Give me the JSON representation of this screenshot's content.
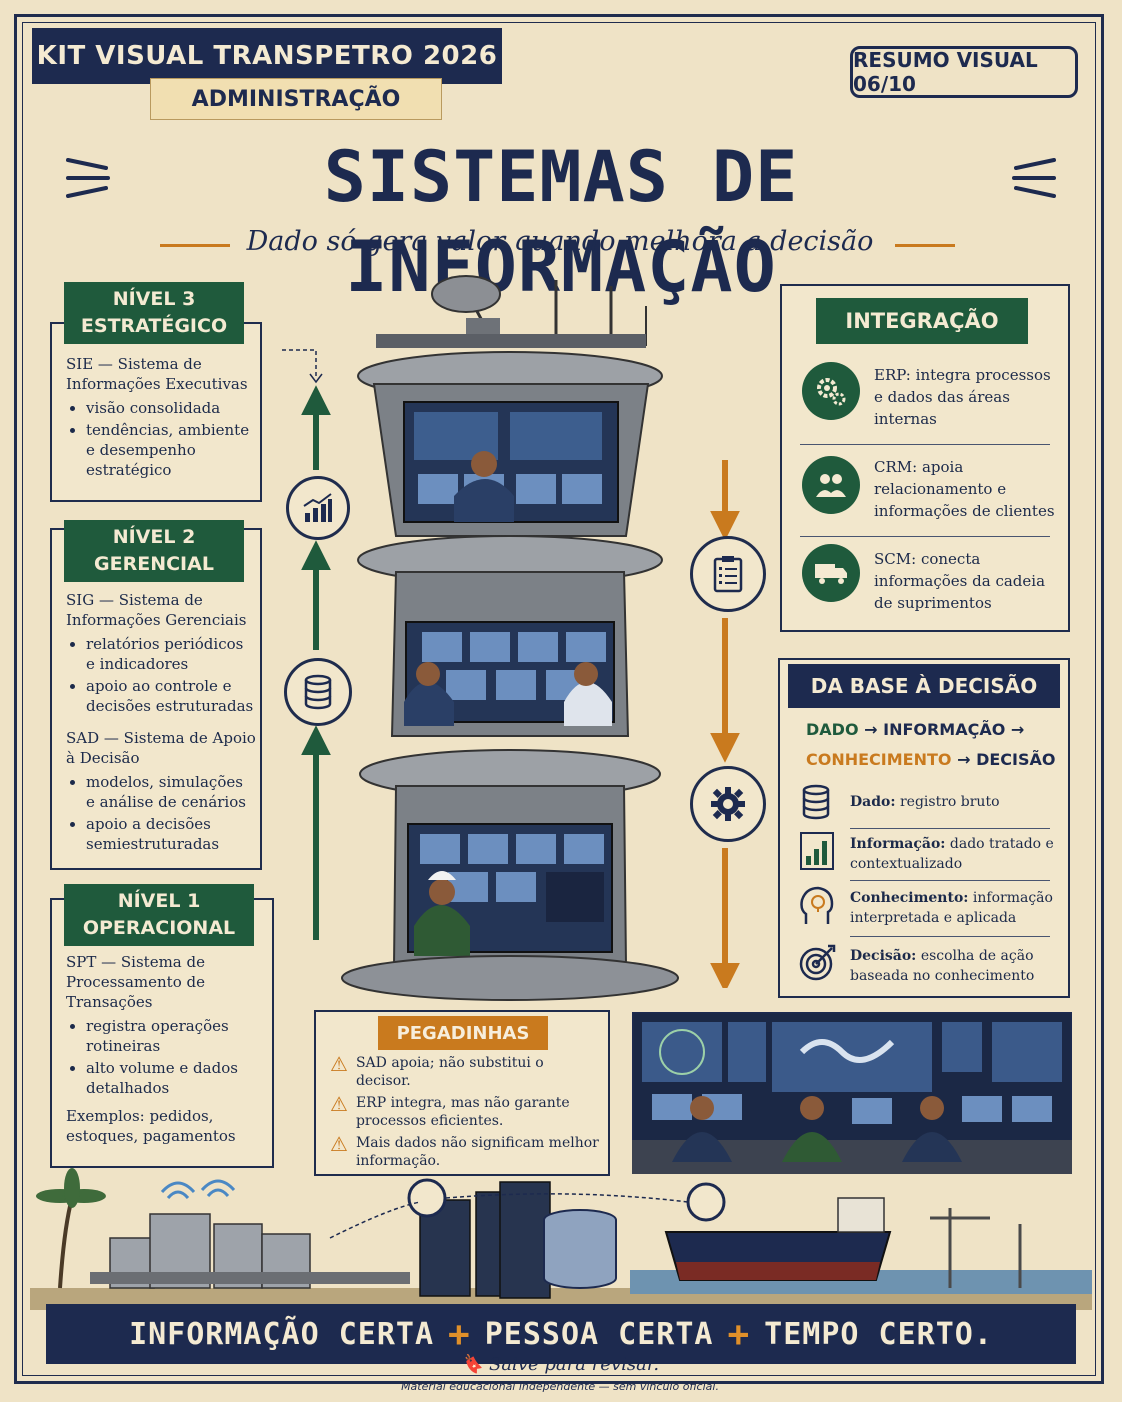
{
  "header": {
    "kit": "KIT VISUAL TRANSPETRO 2026",
    "area": "ADMINISTRAÇÃO",
    "badge": "RESUMO VISUAL 06/10",
    "title": "SISTEMAS DE INFORMAÇÃO",
    "subtitle": "Dado só gera valor quando melhora a decisão"
  },
  "levels": [
    {
      "title1": "NÍVEL 3",
      "title2": "ESTRATÉGICO",
      "systems": [
        {
          "name": "SIE — Sistema de Informações Executivas",
          "bullets": [
            "visão consolidada",
            "tendências, ambiente e desempenho estratégico"
          ]
        }
      ]
    },
    {
      "title1": "NÍVEL 2",
      "title2": "GERENCIAL",
      "systems": [
        {
          "name": "SIG — Sistema de Informações Gerenciais",
          "bullets": [
            "relatórios periódicos e indicadores",
            "apoio ao controle e decisões estruturadas"
          ]
        },
        {
          "name": "SAD — Sistema de Apoio à Decisão",
          "bullets": [
            "modelos, simulações e análise de cenários",
            "apoio a decisões semiestruturadas"
          ]
        }
      ]
    },
    {
      "title1": "NÍVEL 1",
      "title2": "OPERACIONAL",
      "systems": [
        {
          "name": "SPT — Sistema de Processamento de Transações",
          "bullets": [
            "registra operações rotineiras",
            "alto volume e dados detalhados"
          ]
        }
      ],
      "examples": "Exemplos: pedidos, estoques, pagamentos"
    }
  ],
  "integration": {
    "title": "INTEGRAÇÃO",
    "items": [
      {
        "icon": "gears-icon",
        "label": "ERP:",
        "text": "integra processos e dados das áreas internas"
      },
      {
        "icon": "people-icon",
        "label": "CRM:",
        "text": "apoia relacionamento e informações de clientes"
      },
      {
        "icon": "truck-icon",
        "label": "SCM:",
        "text": "conecta informações da cadeia de suprimentos"
      }
    ]
  },
  "base": {
    "title": "DA BASE À DECISÃO",
    "flow": [
      "DADO",
      "INFORMAÇÃO",
      "CONHECIMENTO",
      "DECISÃO"
    ],
    "items": [
      {
        "icon": "database-icon",
        "label": "Dado:",
        "text": "registro bruto"
      },
      {
        "icon": "bar-chart-icon",
        "label": "Informação:",
        "text": "dado tratado e contextualizado"
      },
      {
        "icon": "head-bulb-icon",
        "label": "Conhecimento:",
        "text": "informação interpretada e aplicada"
      },
      {
        "icon": "target-icon",
        "label": "Decisão:",
        "text": "escolha de ação baseada no conhecimento"
      }
    ]
  },
  "traps": {
    "title": "PEGADINHAS",
    "items": [
      "SAD apoia; não substitui o decisor.",
      "ERP integra, mas não garante processos eficientes.",
      "Mais dados não significam melhor informação."
    ]
  },
  "footer": {
    "w1": "INFORMAÇÃO CERTA",
    "plus": "+",
    "w2": "PESSOA CERTA",
    "w3": "TEMPO CERTO.",
    "save": "Salve para revisar.",
    "disclaimer": "Material educacional independente — sem vínculo oficial."
  },
  "colors": {
    "navy": "#1d2a4f",
    "green": "#1f5a3c",
    "orange": "#c97a1e",
    "paper": "#efe3c6"
  }
}
